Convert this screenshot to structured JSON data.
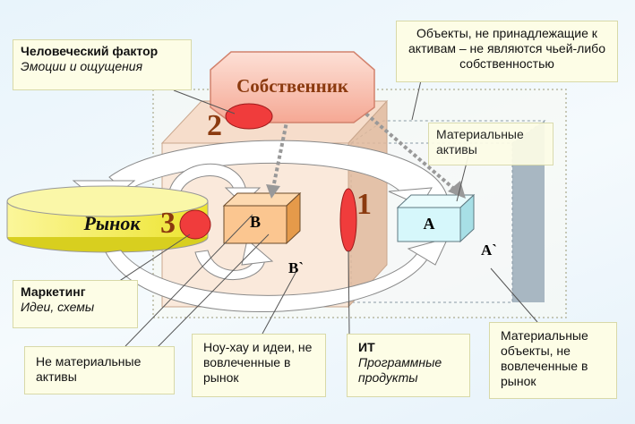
{
  "boxes": {
    "human_factor": {
      "title": "Человеческий фактор",
      "subtitle": "Эмоции и ощущения"
    },
    "non_assets": {
      "text": "Объекты, не принадлежащие к активам – не являются чьей-либо собственностью"
    },
    "material_assets": {
      "text": "Материальные активы"
    },
    "marketing": {
      "title": "Маркетинг",
      "subtitle": "Идеи, схемы"
    },
    "intangible": {
      "text": "Не материальные активы"
    },
    "knowhow": {
      "text": "Ноу-хау и идеи, не вовлеченные в рынок"
    },
    "it": {
      "title": "ИТ",
      "subtitle": "Программные продукты"
    },
    "material_objects": {
      "text": "Материальные объекты, не вовлеченные в рынок"
    }
  },
  "shapes": {
    "owner": "Собственник",
    "market": "Рынок",
    "cube_b": "B",
    "cube_a": "A",
    "b_prime": "B`",
    "a_prime": "A`"
  },
  "numbers": {
    "n1": "1",
    "n2": "2",
    "n3": "3"
  },
  "colors": {
    "note_bg": "#fdfde6",
    "market_yellow": "#f5f05a",
    "owner_pink": "#f9c0b2",
    "cube_b_orange": "#fbc690",
    "cube_a_cyan": "#d6f7fb",
    "red_ellipse": "#f03c3c",
    "number_brown": "#8b3a0f"
  }
}
